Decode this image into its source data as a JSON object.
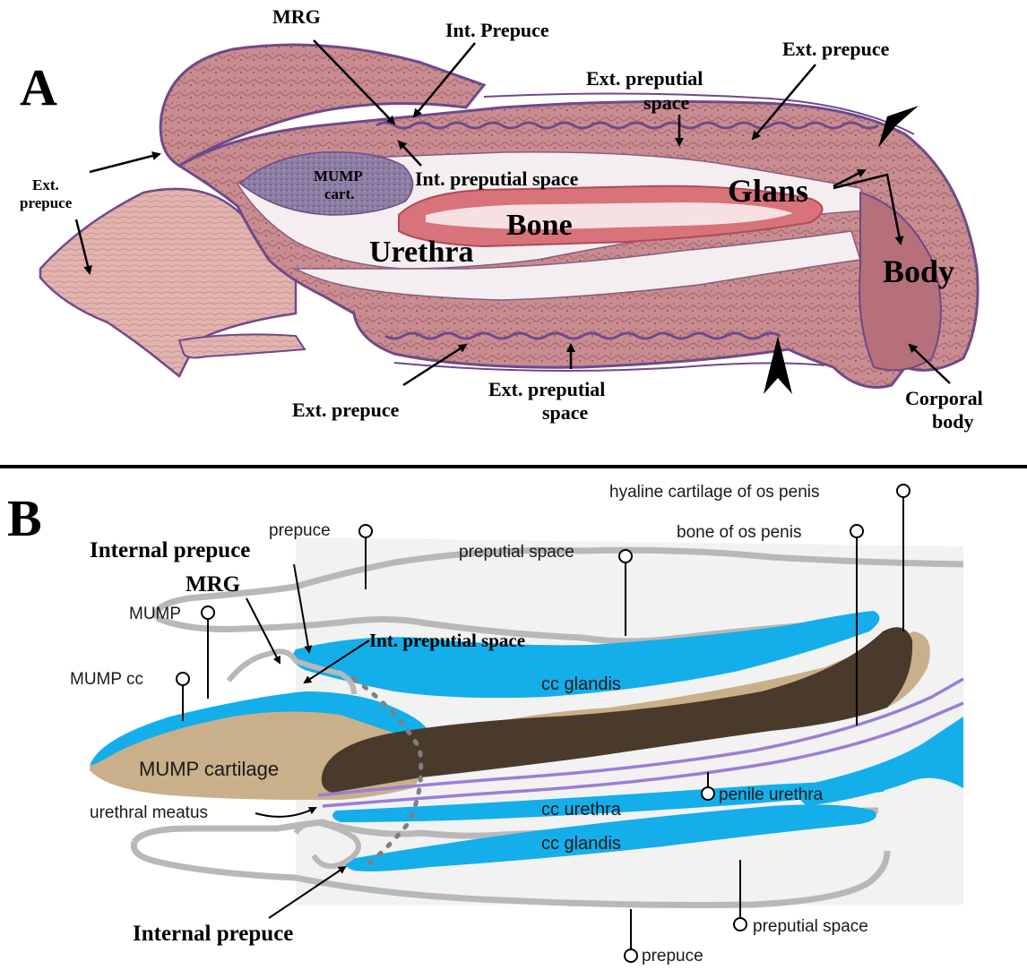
{
  "panel_a": {
    "letter": "A",
    "labels": {
      "mrg": "MRG",
      "int_prepuce": "Int. Prepuce",
      "ext_prepuce_top": "Ext. prepuce",
      "ext_preputial_space_top_1": "Ext. preputial",
      "ext_preputial_space_top_2": "space",
      "ext_prepuce_left_1": "Ext.",
      "ext_prepuce_left_2": "prepuce",
      "mump_cart_1": "MUMP",
      "mump_cart_2": "cart.",
      "int_preputial_space": "Int. preputial space",
      "glans": "Glans",
      "bone": "Bone",
      "urethra": "Urethra",
      "body": "Body",
      "ext_prepuce_bottom": "Ext. prepuce",
      "ext_preputial_space_bottom_1": "Ext. preputial",
      "ext_preputial_space_bottom_2": "space",
      "corporal_body_1": "Corporal",
      "corporal_body_2": "body"
    }
  },
  "panel_b": {
    "letter": "B",
    "labels": {
      "hyaline_cartilage": "hyaline cartilage of os penis",
      "prepuce_top": "prepuce",
      "preputial_space_top": "preputial space",
      "bone_of_os_penis": "bone of os penis",
      "internal_prepuce_top": "Internal prepuce",
      "mrg": "MRG",
      "mump": "MUMP",
      "int_preputial_space": "Int. preputial space",
      "mump_cc": "MUMP cc",
      "cc_glandis_top": "cc glandis",
      "mump_cartilage": "MUMP cartilage",
      "penile_urethra": "penile urethra",
      "urethral_meatus": "urethral meatus",
      "cc_urethra": "cc urethra",
      "cc_glandis_bottom": "cc glandis",
      "internal_prepuce_bottom": "Internal prepuce",
      "preputial_space_bottom": "preputial space",
      "prepuce_bottom": "prepuce"
    }
  },
  "colors": {
    "histology_pink": "#c98c90",
    "histology_purple": "#6e4a8a",
    "bone_red": "#d8737a",
    "corpus_cavernosum_blue": "#14aeea",
    "mump_cartilage_tan": "#c9b08a",
    "bone_dark_brown": "#4a3a2c",
    "urethra_purple": "#9a7ed6",
    "outline_gray": "#b8b8b8"
  }
}
